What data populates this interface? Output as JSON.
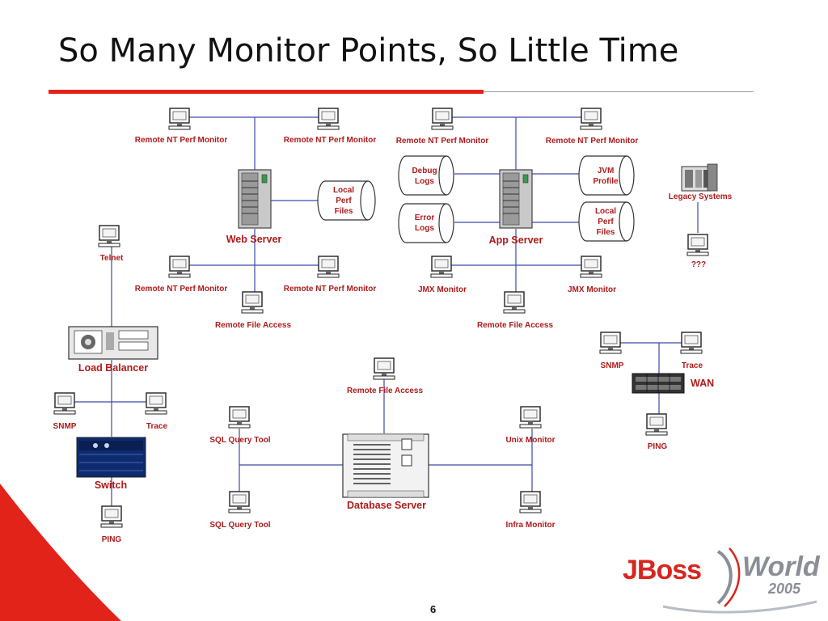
{
  "slide": {
    "title": "So Many Monitor Points, So Little Time",
    "page_number": "6"
  },
  "colors": {
    "title_rule": "#e2231a",
    "label": "#b01a1a",
    "link": "#3c4aa8",
    "logo_red": "#d7261e",
    "logo_grey": "#8a8e96"
  },
  "logo": {
    "brand": "JBoss",
    "event": "World",
    "year": "2005"
  },
  "web_cluster": {
    "server": "Web Server",
    "files": [
      "Local",
      "Perf",
      "Files"
    ],
    "top_left_monitor": "Remote NT Perf Monitor",
    "top_right_monitor": "Remote NT Perf Monitor",
    "bottom_left_monitor": "Remote NT Perf Monitor",
    "bottom_right_monitor": "Remote NT Perf Monitor",
    "file_access": "Remote File Access"
  },
  "app_cluster": {
    "server": "App Server",
    "debug_logs": [
      "Debug",
      "Logs"
    ],
    "error_logs": [
      "Error",
      "Logs"
    ],
    "jvm_profile": [
      "JVM",
      "Profile"
    ],
    "local_files": [
      "Local",
      "Perf",
      "Files"
    ],
    "top_left_monitor": "Remote NT Perf Monitor",
    "top_right_monitor": "Remote NT Perf Monitor",
    "jmx_left": "JMX Monitor",
    "jmx_right": "JMX Monitor",
    "file_access": "Remote File Access"
  },
  "legacy": {
    "systems": "Legacy Systems",
    "unknown": "???"
  },
  "network_left": {
    "telnet": "Telnet",
    "load_balancer": "Load Balancer",
    "snmp": "SNMP",
    "trace": "Trace",
    "switch": "Switch",
    "ping": "PING"
  },
  "wan_group": {
    "snmp": "SNMP",
    "trace": "Trace",
    "wan": "WAN",
    "ping": "PING"
  },
  "database_cluster": {
    "server": "Database Server",
    "file_access": "Remote File Access",
    "sql_top": "SQL Query Tool",
    "sql_bottom": "SQL Query Tool",
    "unix_monitor": "Unix Monitor",
    "infra_monitor": "Infra Monitor"
  }
}
